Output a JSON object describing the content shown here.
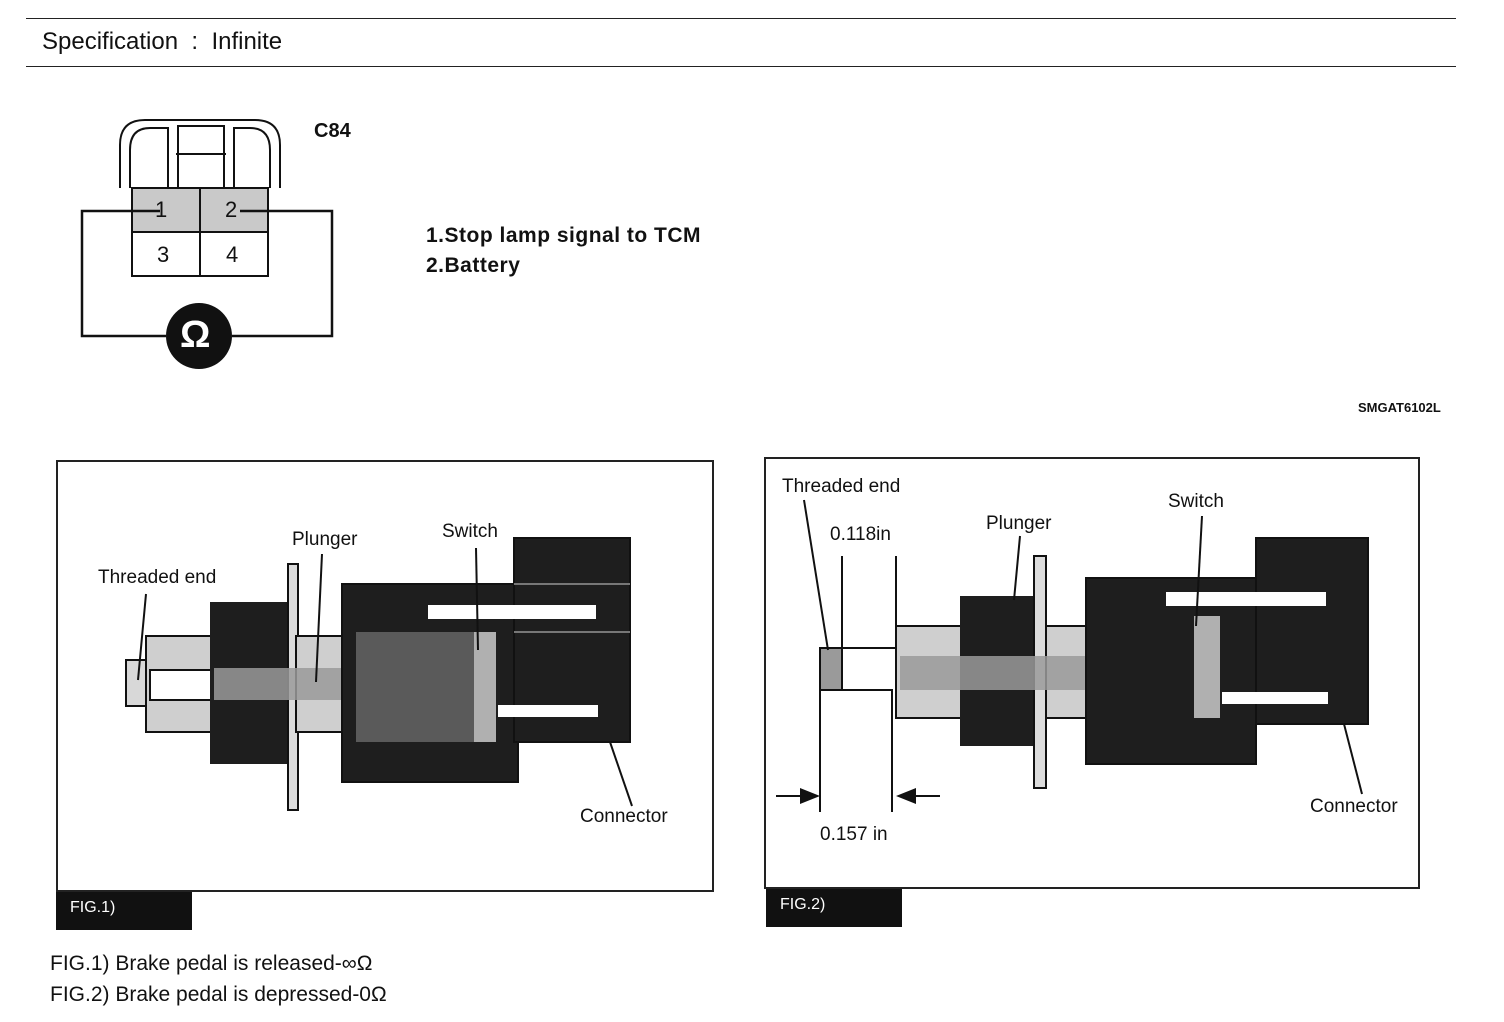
{
  "header": {
    "specification_label": "Specification",
    "separator": ":",
    "specification_value": "Infinite"
  },
  "connector": {
    "name": "C84",
    "pins": [
      "1",
      "2",
      "3",
      "4"
    ],
    "meter_symbol": "Ω",
    "legend": [
      "1.Stop lamp signal to TCM",
      "2.Battery"
    ]
  },
  "image_code": "SMGAT6102L",
  "fig1": {
    "tab": "FIG.1)",
    "labels": {
      "threaded_end": "Threaded end",
      "plunger": "Plunger",
      "switch": "Switch",
      "connector": "Connector"
    }
  },
  "fig2": {
    "tab": "FIG.2)",
    "labels": {
      "threaded_end": "Threaded end",
      "gap_upper": "0.118in",
      "plunger": "Plunger",
      "switch": "Switch",
      "gap_lower": "0.157 in",
      "connector": "Connector"
    }
  },
  "captions": [
    "FIG.1) Brake pedal is released-∞Ω",
    "FIG.2) Brake pedal is depressed-0Ω"
  ],
  "colors": {
    "ink": "#111111",
    "dark_body": "#1e1e1e",
    "light_gray": "#c8c8c8",
    "mid_gray": "#9a9a9a"
  }
}
